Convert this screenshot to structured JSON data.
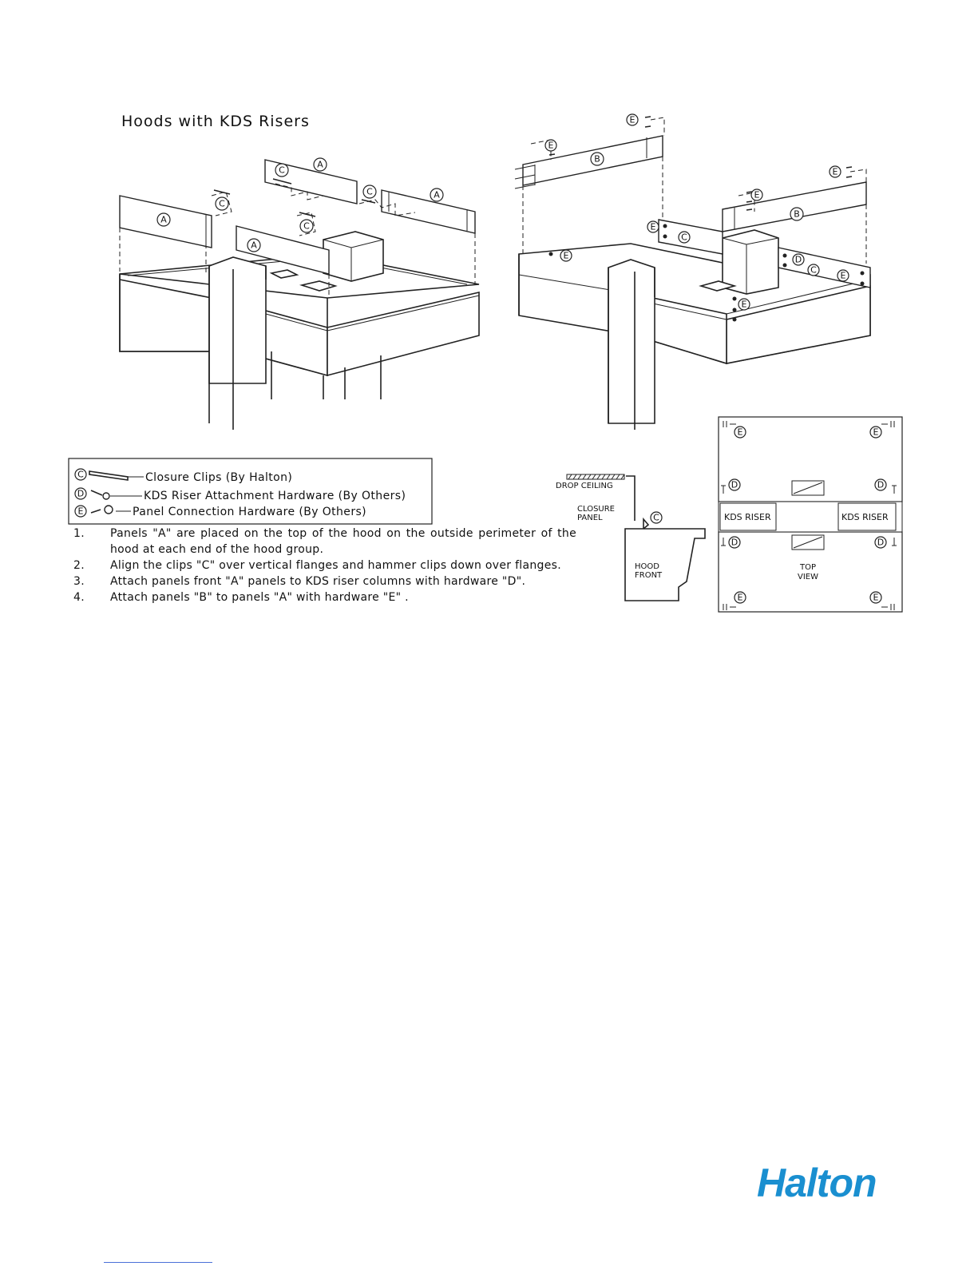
{
  "title": "Hoods with KDS Risers",
  "part_labels": {
    "a": "A",
    "b": "B",
    "c": "C",
    "d": "D",
    "e": "E"
  },
  "legend": {
    "closure_clips": "Closure Clips (By Halton)",
    "riser_hardware": "KDS Riser Attachment Hardware (By Others)",
    "panel_hardware": "Panel Connection Hardware (By Others)"
  },
  "steps": [
    {
      "num": "1.",
      "text": "Panels \"A\" are placed on the top of the hood on the outside perimeter of the hood at each end of the hood group."
    },
    {
      "num": "2.",
      "text": "Align the clips \"C\" over vertical flanges and hammer clips down over flanges."
    },
    {
      "num": "3.",
      "text": "Attach panels front \"A\" panels to KDS riser columns with hardware \"D\"."
    },
    {
      "num": "4.",
      "text": "Attach panels \"B\" to panels \"A\" with hardware \"E\" ."
    }
  ],
  "section": {
    "drop_ceiling": "DROP CEILING",
    "closure_panel_1": "CLOSURE",
    "closure_panel_2": "PANEL",
    "hood_front_1": "HOOD",
    "hood_front_2": "FRONT"
  },
  "top_view": {
    "riser_left": "KDS RISER",
    "riser_right": "KDS RISER",
    "label_1": "TOP",
    "label_2": "VIEW"
  },
  "brand": "Halton"
}
